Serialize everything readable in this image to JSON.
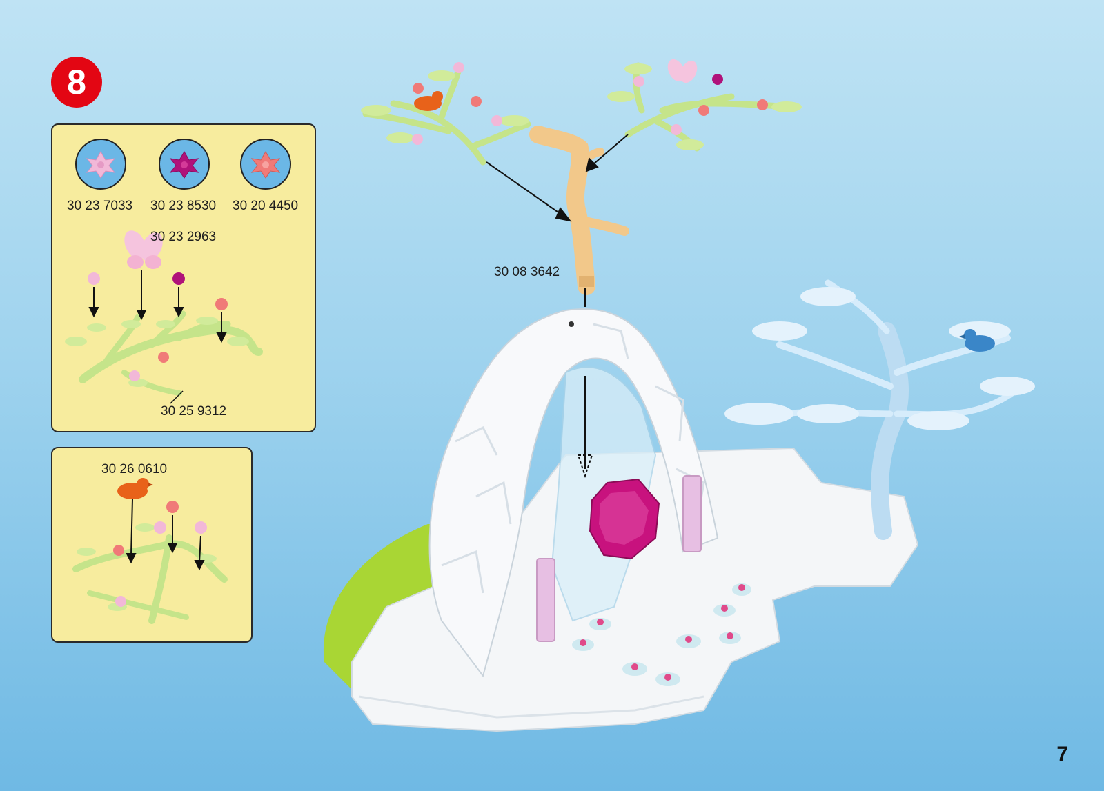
{
  "step": {
    "number": "8"
  },
  "page": {
    "number": "7"
  },
  "panel_a": {
    "flower_swatches": [
      {
        "part": "30 23 7033",
        "icon": "pink-flower-icon",
        "color": "#f2b8d8"
      },
      {
        "part": "30 23 8530",
        "icon": "magenta-flower-icon",
        "color": "#b0127a"
      },
      {
        "part": "30 20 4450",
        "icon": "salmon-flower-icon",
        "color": "#f07a78"
      }
    ],
    "butterfly_part": "30 23 2963",
    "branch_part": "30 25 9312"
  },
  "panel_b": {
    "bird_part": "30 26 0610"
  },
  "scene": {
    "trunk_part": "30 08 3642",
    "colors": {
      "sky": "#9fd3ee",
      "panel": "#f7ec9e",
      "step_badge": "#e30613",
      "branch_green": "#c5e48a",
      "trunk": "#f2c88a",
      "rock": "#f4f6f8",
      "grass": "#a9d634",
      "crystal": "#c8127e",
      "frost_tree": "#d6ecfb",
      "blue_bird": "#3a86c8",
      "orange_bird": "#e8621a"
    }
  }
}
